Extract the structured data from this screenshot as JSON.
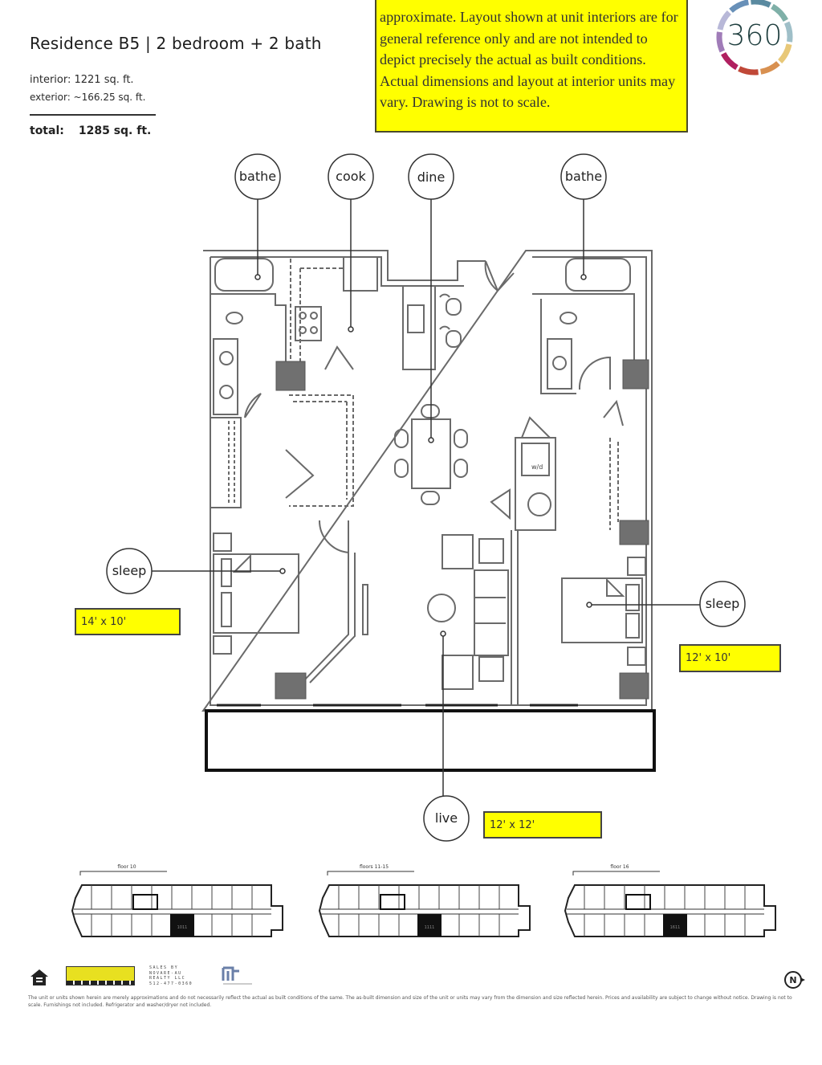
{
  "header": {
    "title": "Residence B5 | 2 bedroom + 2 bath",
    "interior": "interior: 1221 sq. ft.",
    "exterior": "exterior: ~166.25 sq. ft.",
    "total_label": "total:",
    "total_value": "1285 sq. ft."
  },
  "disclaimer": {
    "text": "approximate.  Layout shown at unit interiors are for general reference only and are not intended to depict precisely the actual as built conditions.  Actual dimensions and layout at interior units may vary.  Drawing is not to scale."
  },
  "logo": {
    "text": "360",
    "ring_colors": [
      "#7fb0a8",
      "#9fbfc8",
      "#e8c878",
      "#d89050",
      "#c04838",
      "#b02060",
      "#a07cb8",
      "#b8b8d8",
      "#6890b8",
      "#5a8aa0"
    ],
    "text_color": "#1f3f3f"
  },
  "rooms": [
    {
      "label": "bathe",
      "id": "bath-1"
    },
    {
      "label": "cook",
      "id": "kitchen"
    },
    {
      "label": "dine",
      "id": "dining"
    },
    {
      "label": "bathe",
      "id": "bath-2"
    },
    {
      "label": "sleep",
      "id": "bedroom-1",
      "dimensions": "14' x 10'"
    },
    {
      "label": "sleep",
      "id": "bedroom-2",
      "dimensions": "12' x 10'"
    },
    {
      "label": "live",
      "id": "living",
      "dimensions": "12' x 12'"
    }
  ],
  "fixtures": {
    "washer_dryer": "w/d"
  },
  "key_plans": [
    {
      "label": "floor 10",
      "highlighted_unit": "1011"
    },
    {
      "label": "floors 11-15",
      "highlighted_unit": "1111"
    },
    {
      "label": "floor 16",
      "highlighted_unit": "1611"
    }
  ],
  "footer": {
    "sales_by": "SALES BY",
    "broker": "NOVARE-AU REALTY LLC",
    "phone": "512-477-0360",
    "fine_print": "The unit or units shown herein are merely approximations and do not necessarily reflect the actual as built conditions of the same. The as-built dimension and size of the unit or units may vary from the dimension and size reflected herein. Prices and availability are subject to change without notice. Drawing is not to scale. Furnishings not included. Refrigerator and washer/dryer not included.",
    "north_label": "N"
  },
  "colors": {
    "highlight_yellow": "#ffff00",
    "wall_gray": "#777777",
    "column_fill": "#707070"
  }
}
